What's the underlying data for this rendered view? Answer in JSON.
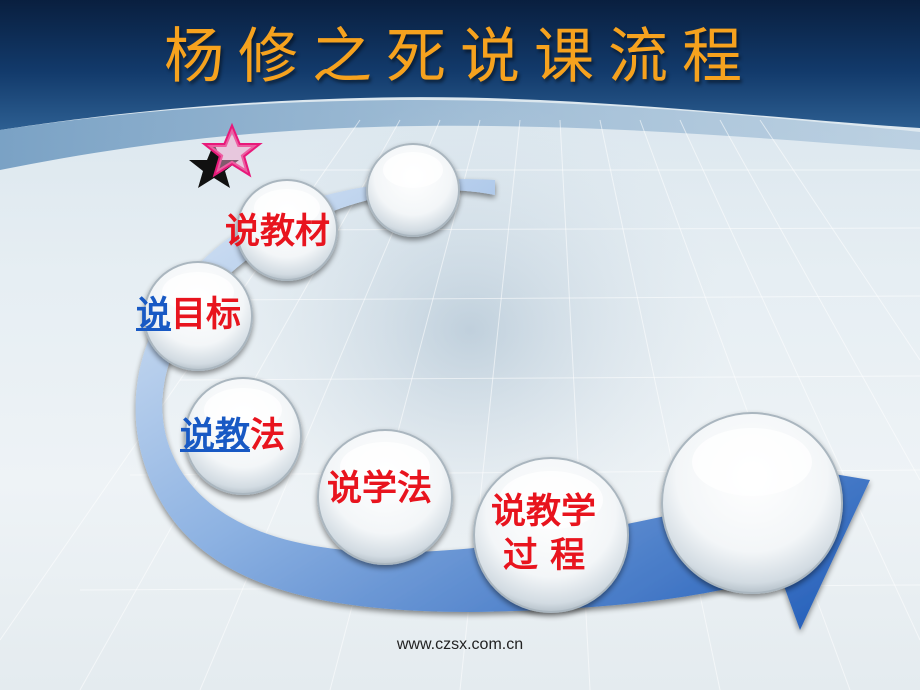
{
  "slide": {
    "title": "杨修之死说课流程",
    "footer_url": "www.czsx.com.cn"
  },
  "steps": {
    "teaching_material": "说教材",
    "objectives_prefix": "说",
    "objectives_suffix": "目标",
    "teaching_method_prefix": "说教",
    "teaching_method_suffix": "法",
    "learning_method": "说学法",
    "process_line1": "说教学",
    "process_line2": "过 程"
  },
  "colors": {
    "title": "#f6a21e",
    "label_red": "#e8141e",
    "label_link": "#1859c4",
    "band_dark": "#0e2f59",
    "arrow_blue": "#3d79c9"
  },
  "icons": {
    "star": "pink-black-star-icon"
  }
}
